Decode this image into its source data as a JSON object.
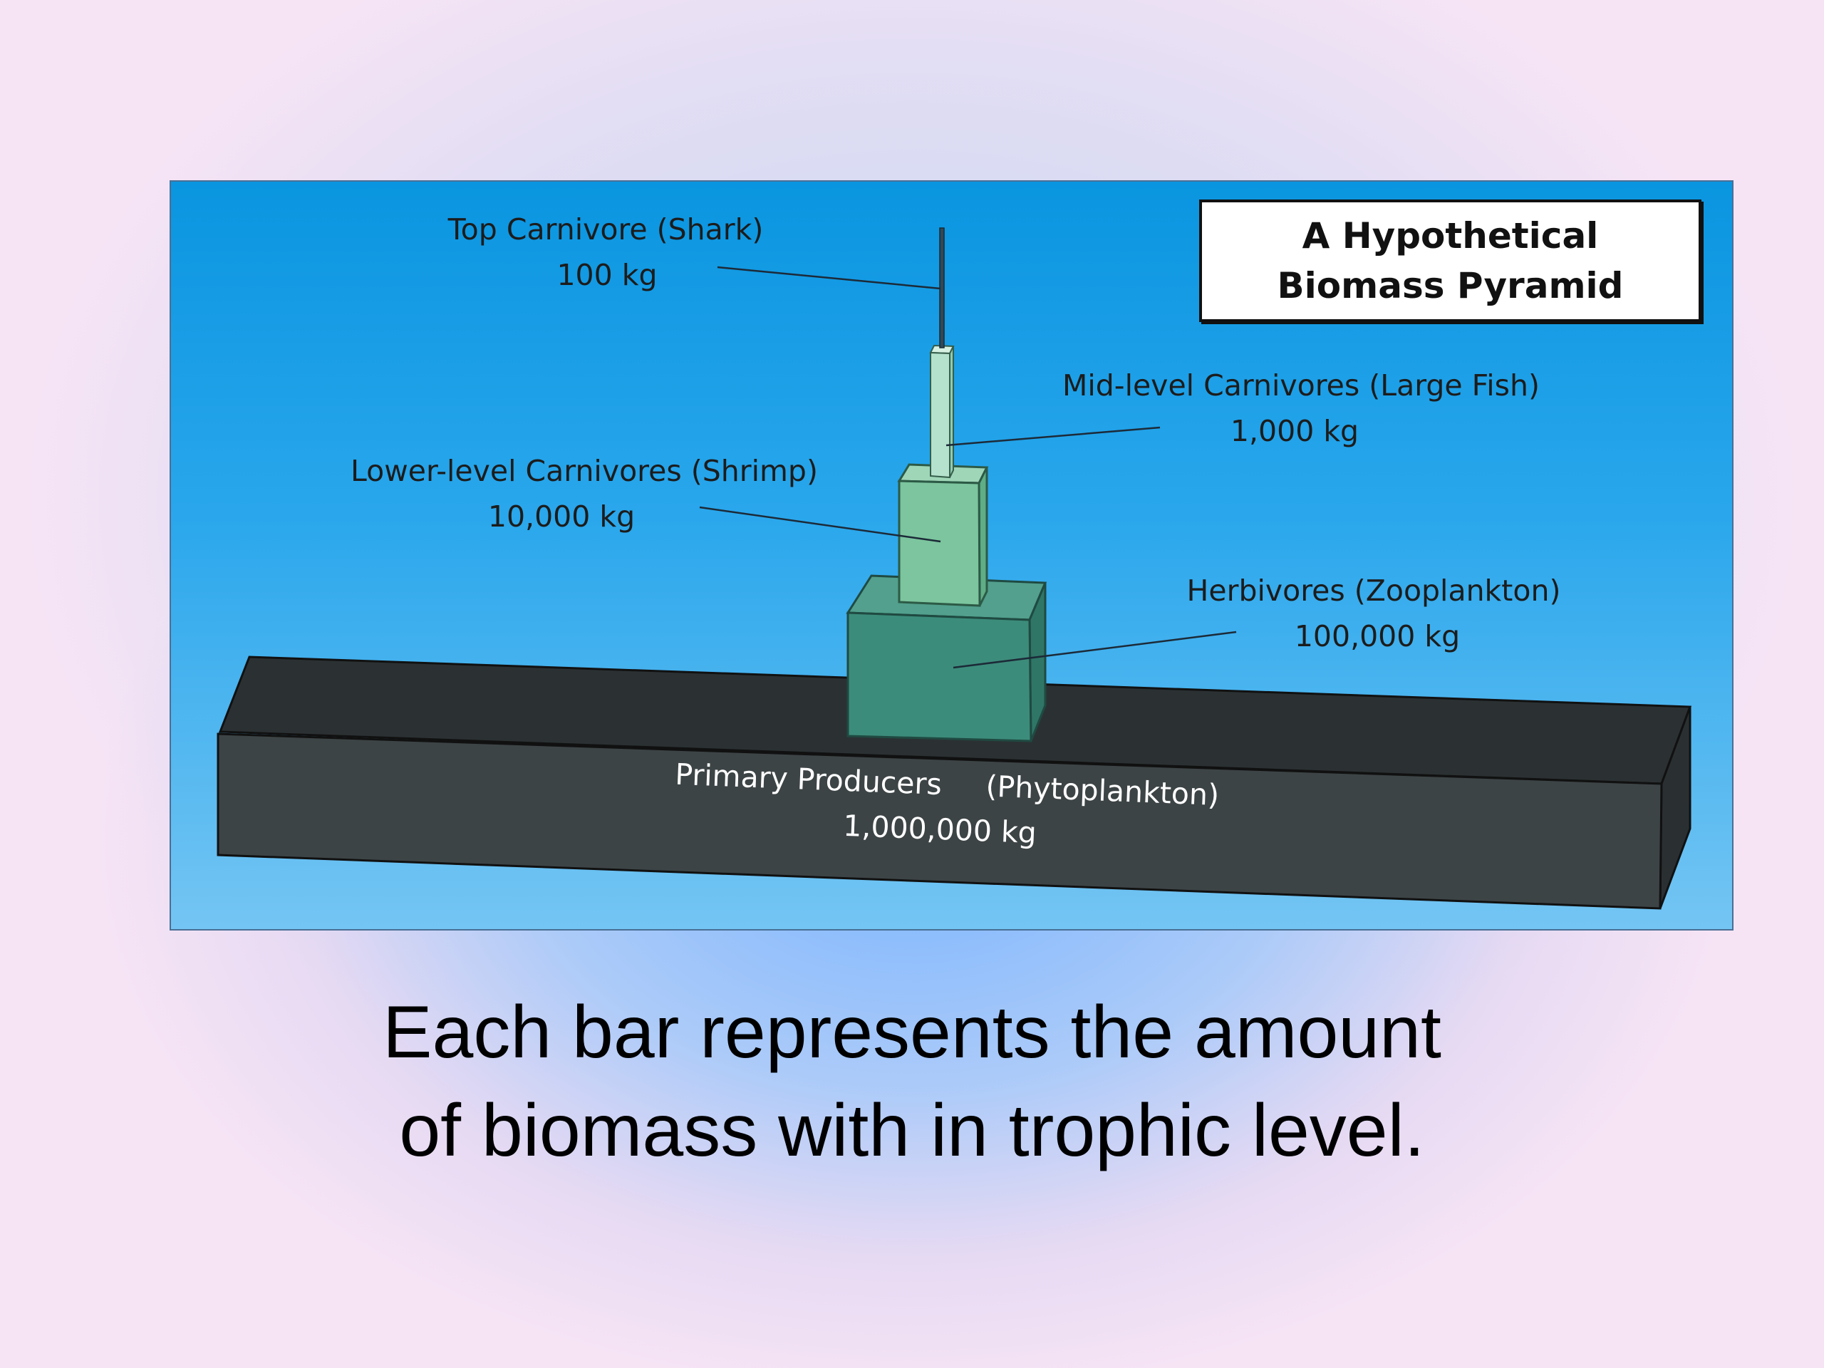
{
  "diagram": {
    "title_lines": [
      "A Hypothetical",
      "Biomass Pyramid"
    ],
    "levels": [
      {
        "id": "top",
        "name": "Top Carnivore (Shark)",
        "biomass": "100 kg",
        "color": "#2e4a5a"
      },
      {
        "id": "mid",
        "name": "Mid-level Carnivores (Large Fish)",
        "biomass": "1,000 kg",
        "color": "#b5e2cc"
      },
      {
        "id": "lower",
        "name": "Lower-level Carnivores (Shrimp)",
        "biomass": "10,000 kg",
        "color": "#7cc59e"
      },
      {
        "id": "herb",
        "name": "Herbivores (Zooplankton)",
        "biomass": "100,000 kg",
        "color": "#3c8c7b"
      },
      {
        "id": "prim",
        "name_left": "Primary Producers",
        "name_right": "(Phytoplankton)",
        "biomass": "1,000,000 kg",
        "color": "#3d4446"
      }
    ]
  },
  "caption_lines": [
    "Each bar represents the amount",
    "of biomass with in trophic level."
  ]
}
